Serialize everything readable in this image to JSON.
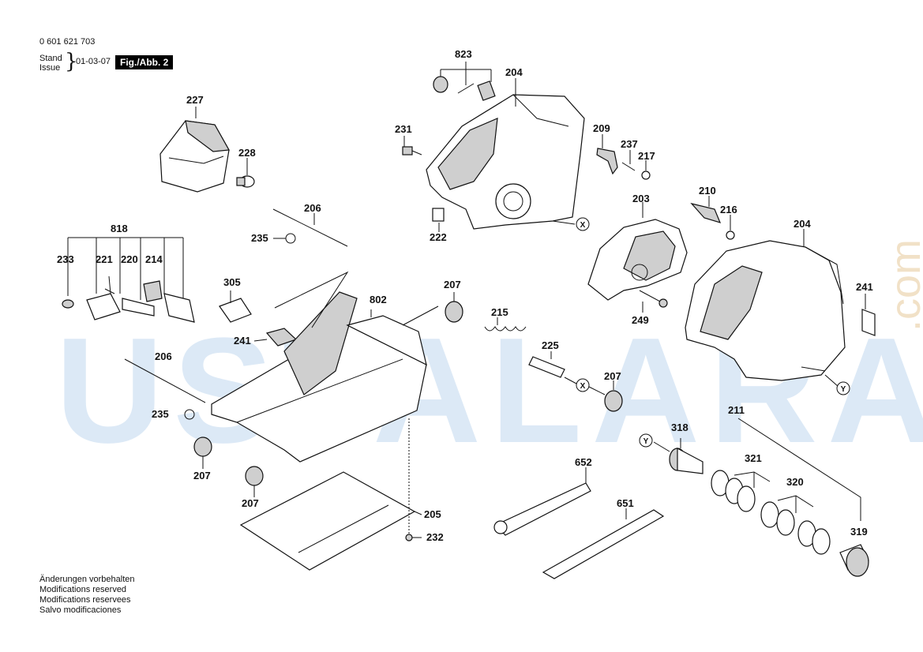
{
  "header": {
    "doc_number": "0 601 621 703",
    "stand_label": "Stand",
    "issue_label": "Issue",
    "date": "01-03-07",
    "figure_label": "Fig./Abb. 2"
  },
  "notes": [
    "Änderungen vorbehalten",
    "Modifications reserved",
    "Modifications reservees",
    "Salvo modificaciones"
  ],
  "watermark": {
    "text": "USTALARA",
    "suffix": ".com",
    "color": "#9ec3e6"
  },
  "markers": {
    "x": "X",
    "y": "Y"
  },
  "part_labels": {
    "p823": "823",
    "p204_top": "204",
    "p204_right": "204",
    "p227": "227",
    "p228": "228",
    "p231": "231",
    "p209": "209",
    "p237": "237",
    "p217": "217",
    "p203": "203",
    "p222": "222",
    "p206_top": "206",
    "p206_left": "206",
    "p235_top": "235",
    "p235_left": "235",
    "p818": "818",
    "p233": "233",
    "p221": "221",
    "p220": "220",
    "p214": "214",
    "p305": "305",
    "p210": "210",
    "p216": "216",
    "p241_right": "241",
    "p241_left": "241",
    "p207_mid": "207",
    "p207_right": "207",
    "p207_left1": "207",
    "p207_left2": "207",
    "p802": "802",
    "p215": "215",
    "p225": "225",
    "p249": "249",
    "p211": "211",
    "p318": "318",
    "p321": "321",
    "p320": "320",
    "p319": "319",
    "p652": "652",
    "p651": "651",
    "p205": "205",
    "p232": "232"
  }
}
